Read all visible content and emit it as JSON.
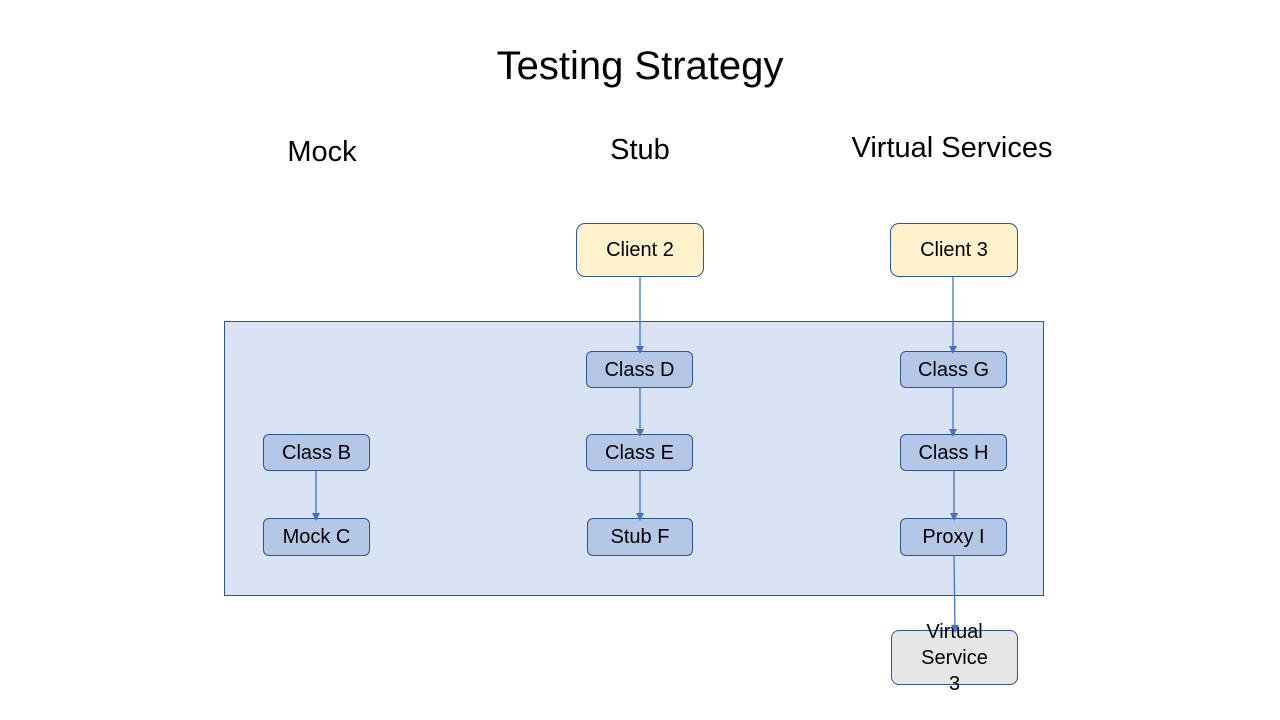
{
  "title": "Testing Strategy",
  "columns": {
    "mock": "Mock",
    "stub": "Stub",
    "virtual": "Virtual Services"
  },
  "nodes": {
    "client2": "Client 2",
    "client3": "Client 3",
    "classB": "Class B",
    "mockC": "Mock C",
    "classD": "Class D",
    "classE": "Class E",
    "stubF": "Stub F",
    "classG": "Class G",
    "classH": "Class H",
    "proxyI": "Proxy I",
    "virtualService3": "Virtual Service 3"
  },
  "colors": {
    "client_fill": "#fff2cc",
    "class_fill": "#b4c7e7",
    "frame_fill": "#dae3f3",
    "external_fill": "#e7e6e6",
    "stroke": "#2f5597",
    "arrow": "#4472c4"
  }
}
